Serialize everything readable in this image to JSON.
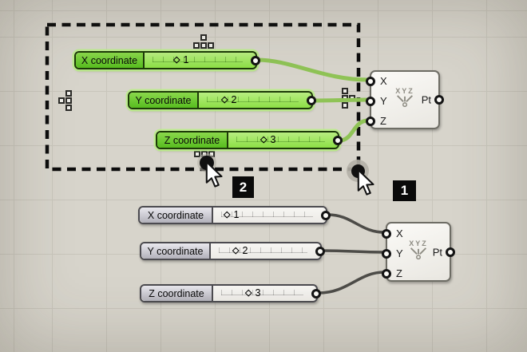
{
  "annotations": {
    "badge1": "1",
    "badge2": "2"
  },
  "groups": [
    {
      "state": "selected",
      "sliders": [
        {
          "label": "X coordinate",
          "marker": "◇",
          "value": "1"
        },
        {
          "label": "Y coordinate",
          "marker": "◇",
          "value": "2"
        },
        {
          "label": "Z coordinate",
          "marker": "◇",
          "value": "3"
        }
      ],
      "point_component": {
        "inputs": [
          "X",
          "Y",
          "Z"
        ],
        "output": "Pt",
        "icon": "XYZ"
      }
    },
    {
      "state": "unselected",
      "sliders": [
        {
          "label": "X coordinate",
          "marker": "◇",
          "value": "1"
        },
        {
          "label": "Y coordinate",
          "marker": "◇",
          "value": "2"
        },
        {
          "label": "Z coordinate",
          "marker": "◇",
          "value": "3"
        }
      ],
      "point_component": {
        "inputs": [
          "X",
          "Y",
          "Z"
        ],
        "output": "Pt",
        "icon": "XYZ"
      }
    }
  ],
  "colors": {
    "canvas_bg": "#d7d4cb",
    "selected_fill": "#8ddf46",
    "selected_wire": "#8fc356",
    "unselected_wire": "#4d4c48",
    "marquee": "#0d0d0d"
  }
}
